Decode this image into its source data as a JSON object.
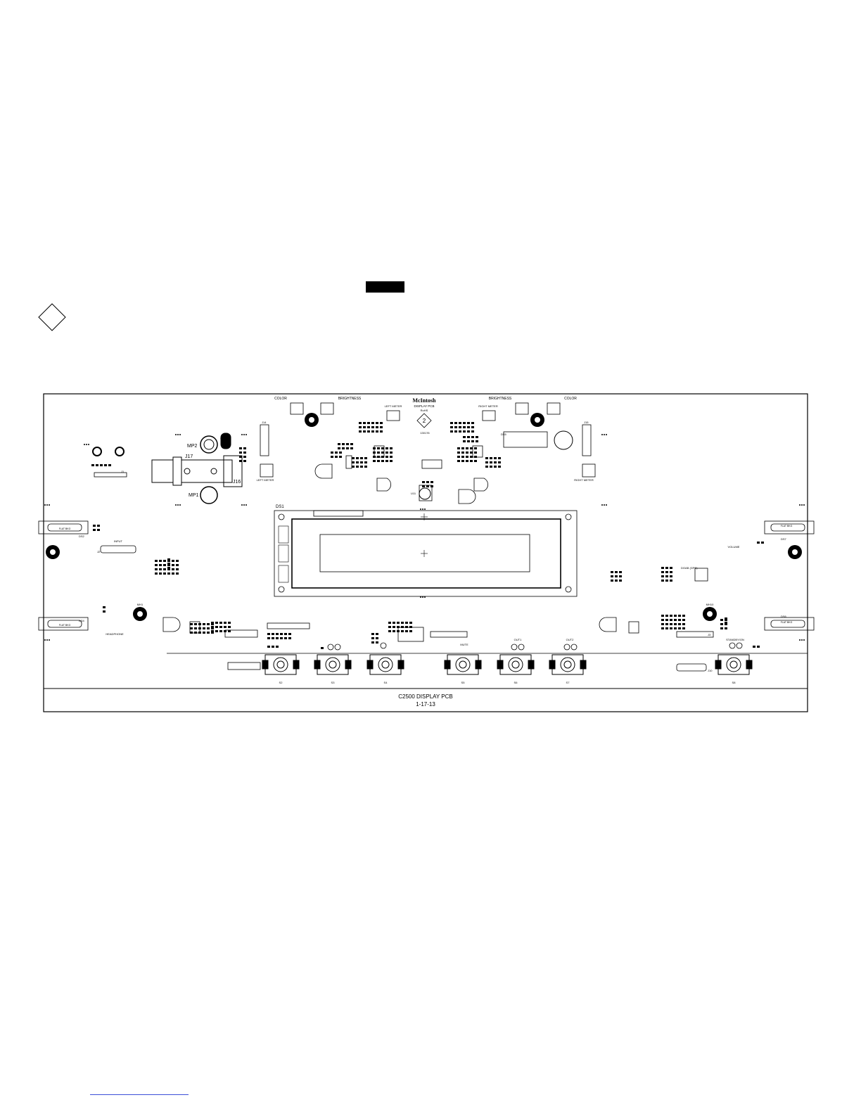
{
  "board": {
    "title": "C2500 DISPLAY PCB",
    "date": "1-17-13",
    "brand": "McIntosh",
    "subtitle": "DISPLAY PCB",
    "rohs": "RoHS",
    "rohs_number": "2",
    "part_number": "130176"
  },
  "labels": {
    "color_left": "COLOR",
    "brightness_left": "BRIGHTNESS",
    "brightness_right": "BRIGHTNESS",
    "color_right": "COLOR",
    "left_meter_top": "LEFT METER",
    "right_meter_top": "RIGHT METER",
    "left_meter": "LEFT METER",
    "right_meter": "RIGHT METER",
    "input": "INPUT",
    "headphone": "HEADPHONE",
    "volume": "VOLUME",
    "standby_on": "STANDBY/ON",
    "dgab": "DGAB (GPS)",
    "mute": "MUTE",
    "out1": "OUT1",
    "out2": "OUT2",
    "ds1": "DS1",
    "mp1": "MP1",
    "mp2": "MP2",
    "gp1": "GP1",
    "j17": "J17",
    "j16": "J16",
    "j14": "J14",
    "j15": "J15",
    "j1": "J1",
    "j2": "J2",
    "j3": "J3",
    "j10": "J10",
    "u11": "U11",
    "ds5": "DS5",
    "ds6": "DS6",
    "ds7": "DS7",
    "ds4": "DS4",
    "ds2": "DS2",
    "mh1": "MH1",
    "mh10": "MH10",
    "s2": "S2",
    "s3": "S3",
    "s4": "S4",
    "s5": "S5",
    "s6": "S6",
    "s7": "S7",
    "s8": "S8",
    "flat_bkg": "FLAT BKG"
  }
}
